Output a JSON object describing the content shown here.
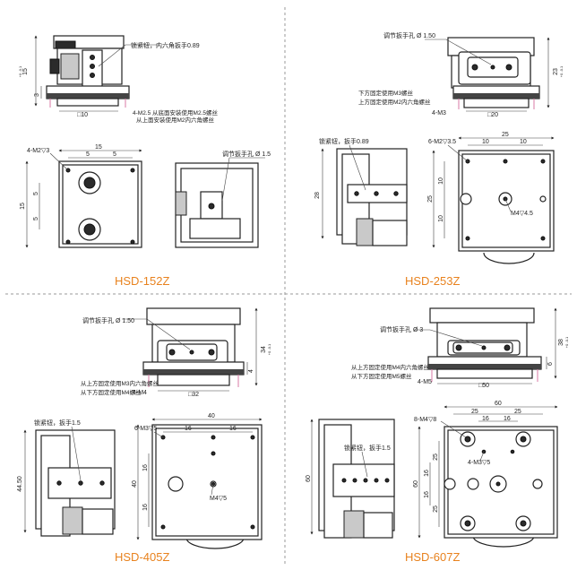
{
  "colors": {
    "title": "#e8821e",
    "separator": "#9a9a9a",
    "line": "#222222"
  },
  "q1": {
    "model": "HSD-152Z",
    "front": {
      "lock_note": "锁紧钮，内六角扳手0.89",
      "height": "15",
      "tol": "+0 -0.1",
      "d_left": "3",
      "width": "□10",
      "bottom_note1": "4-M2.5 从底面安装使用M2.5螺丝",
      "bottom_note2": "从上面安装使用M2内六角螺丝"
    },
    "top": {
      "tap": "4-M2▽3",
      "overall": "15",
      "d1": "5",
      "d2": "5",
      "v1": "5",
      "v2": "5",
      "side": "15"
    },
    "side": {
      "note": "调节扳手孔 Ø 1.5"
    }
  },
  "q2": {
    "model": "HSD-253Z",
    "front": {
      "hole": "调节扳手孔 Ø 1.50",
      "height": "23",
      "tol": "+0 -0.1",
      "note1": "下方固定使用M3螺丝",
      "note2": "上方固定使用M2内六角螺丝",
      "tap": "4-M3",
      "width": "□20"
    },
    "side": {
      "note": "锁紧钮，扳手0.89",
      "height": "28"
    },
    "top": {
      "tap": "6-M2▽3.5",
      "overall": "25",
      "d1": "10",
      "d2": "10",
      "v1": "10",
      "v2": "10",
      "side": "25",
      "center": "M4▽4.5"
    }
  },
  "q3": {
    "model": "HSD-405Z",
    "front": {
      "hole": "调节扳手孔 Ø 1.50",
      "height": "34",
      "tol": "+0 -0.1",
      "d_right": "4",
      "note1": "从上方固定使用M3内六角螺丝",
      "note2": "从下方固定使用M4螺丝",
      "tap": "4-M4",
      "width": "□32"
    },
    "side": {
      "note": "锁紧钮，扳手1.5",
      "height": "44.50"
    },
    "top": {
      "tap": "6-M3▽5",
      "overall": "40",
      "d1": "16",
      "d2": "16",
      "v1": "16",
      "v2": "16",
      "side": "40",
      "center": "M4▽5"
    }
  },
  "q4": {
    "model": "HSD-607Z",
    "front": {
      "hole": "调节扳手孔 Ø 3",
      "height": "38",
      "tol": "+0 -0.1",
      "d_right": "6",
      "note1": "从上方固定使用M4内六角螺丝",
      "note2": "从下方固定使用M5螺丝",
      "tap": "4-M5",
      "width": "□50"
    },
    "side": {
      "note": "锁紧钮，扳手1.5",
      "height": "60"
    },
    "top": {
      "tap": "8-M4▽8",
      "overall": "60",
      "d_a": "25",
      "d_b": "25",
      "d_in1": "16",
      "d_in2": "16",
      "v_a": "25",
      "v_b": "25",
      "v_in1": "16",
      "v_in2": "16",
      "side": "60",
      "center": "4-M3▽5"
    }
  }
}
